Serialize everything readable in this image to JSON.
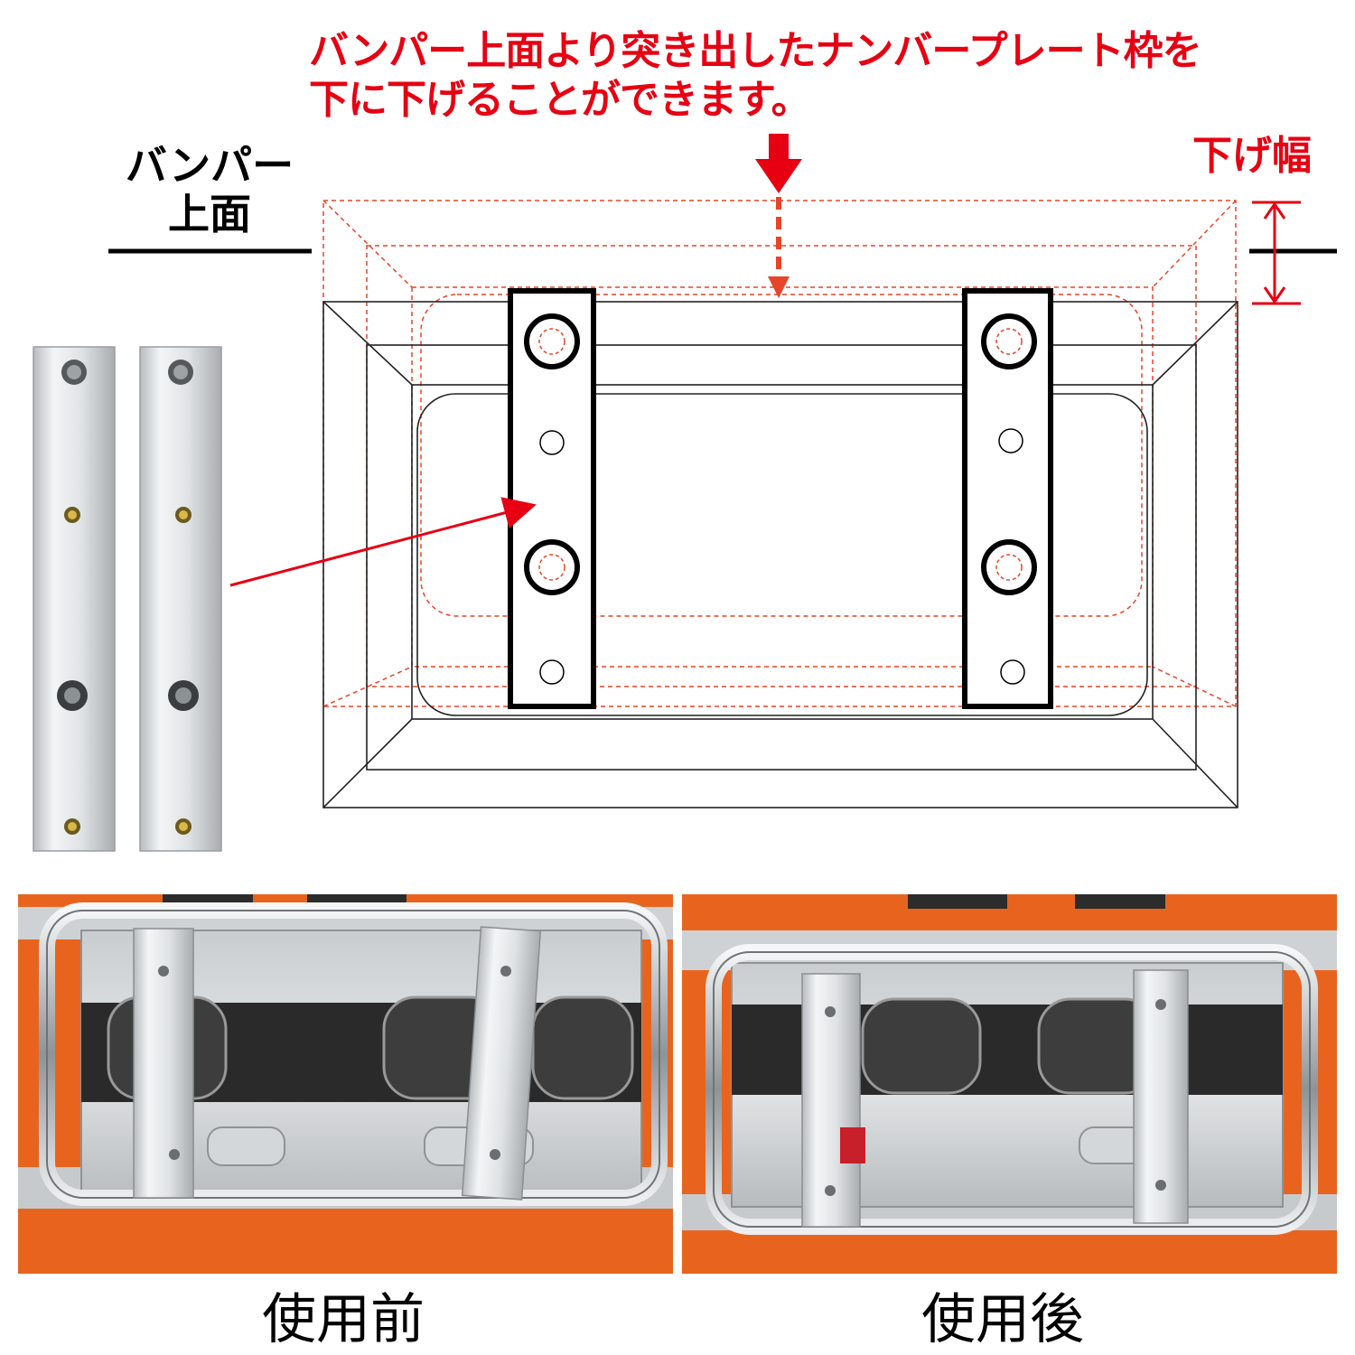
{
  "headline": {
    "line1": "バンパー上面より突き出したナンバープレート枠を",
    "line2": "下に下げることができます。"
  },
  "labels": {
    "bumper_top_line1": "バンパー",
    "bumper_top_line2": "上面",
    "drop_width": "下げ幅"
  },
  "captions": {
    "before": "使用前",
    "after": "使用後"
  },
  "colors": {
    "accent_red": "#e60012",
    "dashed_red": "#e8442a",
    "bumper_orange": "#e8641e",
    "steel": "#d9dcde"
  }
}
